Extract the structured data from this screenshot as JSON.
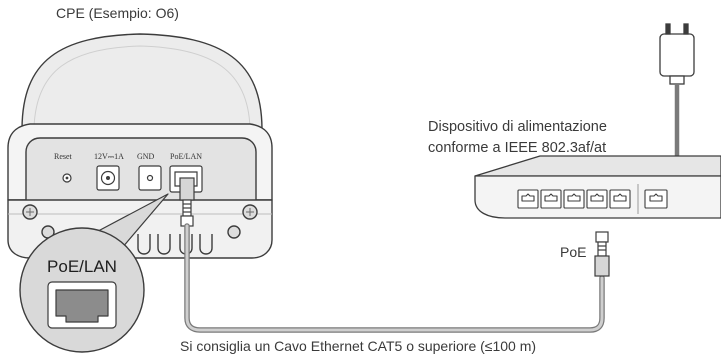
{
  "labels": {
    "cpe_title": "CPE (Esempio: O6)",
    "port_reset": "Reset",
    "port_power": "12V⎓1A",
    "port_gnd": "GND",
    "port_poe_lan": "PoE/LAN",
    "zoom_label": "PoE/LAN",
    "psu_line1": "Dispositivo di alimentazione",
    "psu_line2": "conforme a IEEE 802.3af/at",
    "poe_label": "PoE",
    "cable_note": "Si consiglia un Cavo Ethernet CAT5 o superiore (≤100 m)"
  },
  "colors": {
    "outline": "#3c3c3c",
    "body_fill": "#f4f4f4",
    "shade": "#d9d9d9",
    "cable": "#7a7a7a",
    "port_dark": "#8c8c8c",
    "led_green": "#3a8f3a"
  }
}
